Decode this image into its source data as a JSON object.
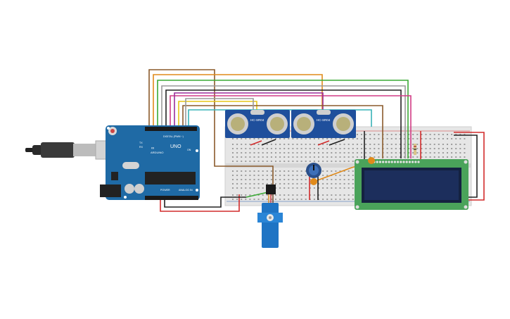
{
  "arduino": {
    "brand": "ARDUINO",
    "model": "UNO",
    "digital_label": "DIGITAL (PWM ~)",
    "power_label": "POWER",
    "analog_label": "ANALOG IN",
    "tx_label": "TX",
    "rx_label": "RX",
    "on_label": "ON"
  },
  "sensors": [
    {
      "label": "HC-SR04"
    },
    {
      "label": "HC-SR04"
    }
  ],
  "colors": {
    "board_blue": "#1f6aa5",
    "breadboard": "#e6e6e6",
    "lcd_green": "#4aa35a",
    "lcd_screen": "#1c2e5c",
    "servo_blue": "#1f74c4",
    "wire_red": "#d22b2b",
    "wire_black": "#222222",
    "wire_green": "#3aaa35",
    "wire_orange": "#e08a1a",
    "wire_yellow": "#e6c619",
    "wire_brown": "#8a5a2b",
    "wire_purple": "#9b2f9b",
    "wire_pink": "#d23c86",
    "wire_cyan": "#39b3b7",
    "wire_grey": "#9a9a9a"
  }
}
